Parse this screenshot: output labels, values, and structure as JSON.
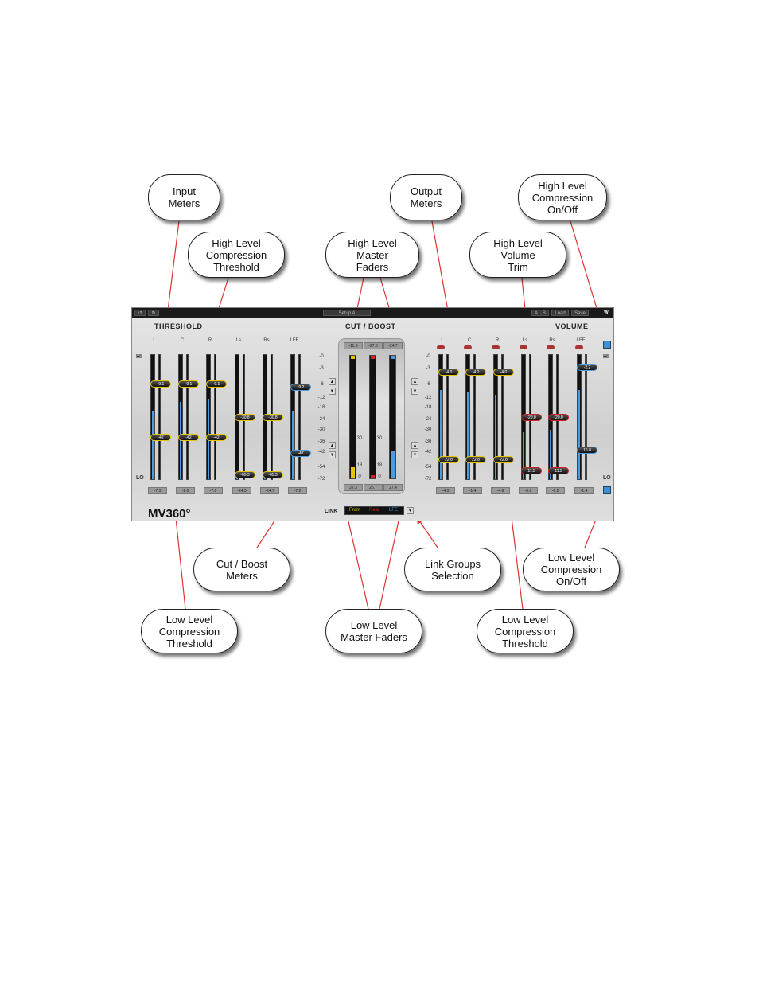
{
  "callouts": {
    "input_meters": "Input\nMeters",
    "high_threshold": "High Level\nCompression\nThreshold",
    "high_master_faders": "High Level\nMaster\nFaders",
    "output_meters": "Output\nMeters",
    "high_volume_trim": "High Level\nVolume\nTrim",
    "high_comp_onoff": "High Level\nCompression\nOn/Off",
    "cut_boost_meters": "Cut / Boost\nMeters",
    "link_groups": "Link Groups\nSelection",
    "low_comp_onoff": "Low Level\nCompression\nOn/Off",
    "low_threshold_left": "Low Level\nCompression\nThreshold",
    "low_master_faders": "Low Level\nMaster Faders",
    "low_threshold_right": "Low Level\nCompression\nThreshold"
  },
  "plugin": {
    "toolbar": {
      "setup": "Setup A",
      "ab": "A→B",
      "load": "Load",
      "save": "Save",
      "logo": "W"
    },
    "sections": {
      "threshold": "THRESHOLD",
      "cut_boost": "CUT / BOOST",
      "volume": "VOLUME"
    },
    "hi": "HI",
    "lo": "LO",
    "threshold_channels": [
      {
        "name": "L",
        "hi": "-9.1",
        "lo": "-42",
        "read": "-7.3"
      },
      {
        "name": "C",
        "hi": "-9.1",
        "lo": "-42",
        "read": "-2.0"
      },
      {
        "name": "R",
        "hi": "-9.1",
        "lo": "-42",
        "read": "-7.6"
      },
      {
        "name": "Ls",
        "hi": "-30.8",
        "lo": "-65.3",
        "read": "-24.3"
      },
      {
        "name": "Rs",
        "hi": "-30.8",
        "lo": "-65.3",
        "read": "-24.7"
      },
      {
        "name": "LFE",
        "hi": "-9.2",
        "lo": "-47",
        "read": "-7.2"
      }
    ],
    "scale": [
      "-0",
      "-3",
      "-6",
      "-12",
      "-18",
      "-24",
      "-30",
      "-36",
      "-42",
      "-54",
      "-72"
    ],
    "cut_boost": {
      "top": [
        "-11.8",
        "-27.8",
        "-24.7"
      ],
      "bottom": [
        "22.3",
        "25.7",
        "27.4"
      ],
      "mid": "30",
      "low": "18",
      "zero": "0"
    },
    "volume_channels": [
      {
        "name": "L",
        "hi": "-4.0",
        "lo": "22.8",
        "read": "-4.3"
      },
      {
        "name": "C",
        "hi": "-4.0",
        "lo": "22.8",
        "read": "-1.4"
      },
      {
        "name": "R",
        "hi": "-4.0",
        "lo": "22.8",
        "read": "-4.8"
      },
      {
        "name": "Ls",
        "hi": "-20.0",
        "lo": "11.5",
        "read": "-6.8"
      },
      {
        "name": "Rs",
        "hi": "-20.0",
        "lo": "11.5",
        "read": "-6.2"
      },
      {
        "name": "LFE",
        "hi": "-2.2",
        "lo": "16.8",
        "read": "-1.4"
      }
    ],
    "brand": "MV360°",
    "link_label": "LINK",
    "link_groups": {
      "front": "Front",
      "rear": "Rear",
      "lfe": "LFE"
    },
    "colors": {
      "meter_blue": "#4a9be0",
      "meter_yellow": "#e8c400",
      "meter_red": "#d42020",
      "onoff_blue": "#3f8fd6",
      "leader_red": "#d33"
    }
  }
}
